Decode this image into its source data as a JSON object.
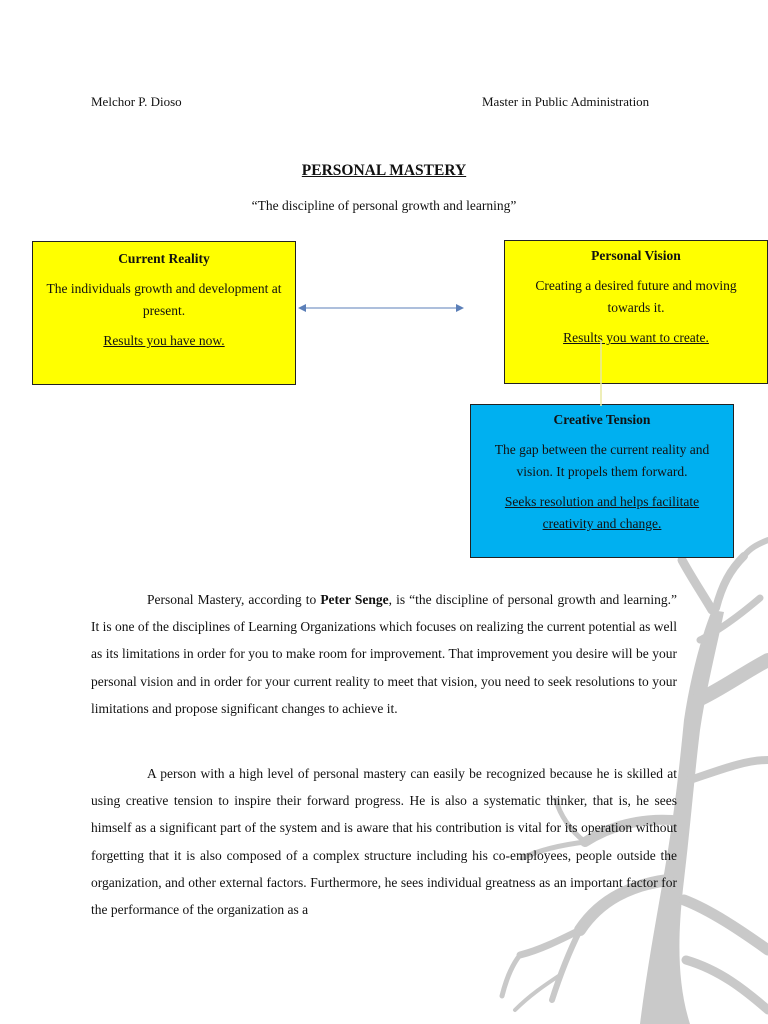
{
  "header": {
    "author": "Melchor P. Dioso",
    "program": "Master in Public Administration"
  },
  "title": "PERSONAL MASTERY",
  "subtitle": "“The discipline of personal growth and learning”",
  "boxes": {
    "current_reality": {
      "title": "Current Reality",
      "text": "The individuals growth and development at present.",
      "link": "Results you have now.",
      "color": "#ffff00"
    },
    "personal_vision": {
      "title": "Personal Vision",
      "text": "Creating a desired future and moving towards it.",
      "link": "Results you want to create.",
      "color": "#ffff00"
    },
    "creative_tension": {
      "title": "Creative Tension",
      "text": "The gap between the current reality and vision. It propels them forward.",
      "link": "Seeks resolution and helps facilitate creativity and change.",
      "color": "#00b0f0"
    }
  },
  "body": {
    "p1_before": "Personal Mastery, according to ",
    "p1_bold": "Peter Senge",
    "p1_after": ", is “the discipline of personal growth and learning.” It is one of the disciplines of Learning Organizations which focuses on realizing the current potential as well as its limitations in order for you to make room for improvement. That improvement you desire will be your personal vision and in order for your current reality to meet that vision, you need to seek resolutions to your limitations and propose significant changes to achieve it.",
    "p2": "A person with a high level of personal mastery can easily be recognized because he is skilled at using creative tension to inspire their forward progress. He is also a systematic thinker, that is, he sees himself as a significant part of the system and is aware that his contribution is vital for its operation without forgetting that it is also composed of a complex structure including his co-employees, people outside the organization, and other external factors. Furthermore, he sees individual greatness as an important factor for the performance of the organization as a"
  },
  "decor": {
    "watermark": "tree-silhouette",
    "watermark_color": "#c8c8c8"
  }
}
